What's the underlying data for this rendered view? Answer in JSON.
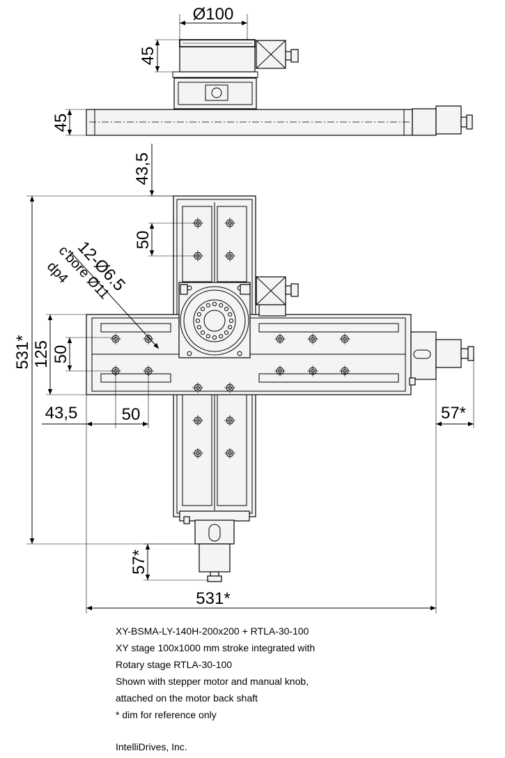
{
  "dimensions": {
    "rotary_diameter": "Ø100",
    "rotary_height": "45",
    "base_height": "45",
    "top_offset": "43,5",
    "hole_pitch_vertical": "50",
    "hole_spec": "12-Ø6.5",
    "cbore_spec": "c'bore Ø11",
    "depth_spec": "dp4",
    "overall_height": "531*",
    "width_125": "125",
    "hole_pitch_side": "50",
    "left_offset": "43,5",
    "hole_pitch_horizontal": "50",
    "motor_length_right": "57*",
    "motor_length_bottom": "57*",
    "overall_width": "531*"
  },
  "notes": [
    "XY-BSMA-LY-140H-200x200 + RTLA-30-100",
    "XY stage 100x1000 mm stroke integrated with",
    "Rotary stage RTLA-30-100",
    "Shown with stepper motor and manual knob,",
    "attached on the motor back shaft",
    "* dim for reference only"
  ],
  "company": "IntelliDrives, Inc."
}
